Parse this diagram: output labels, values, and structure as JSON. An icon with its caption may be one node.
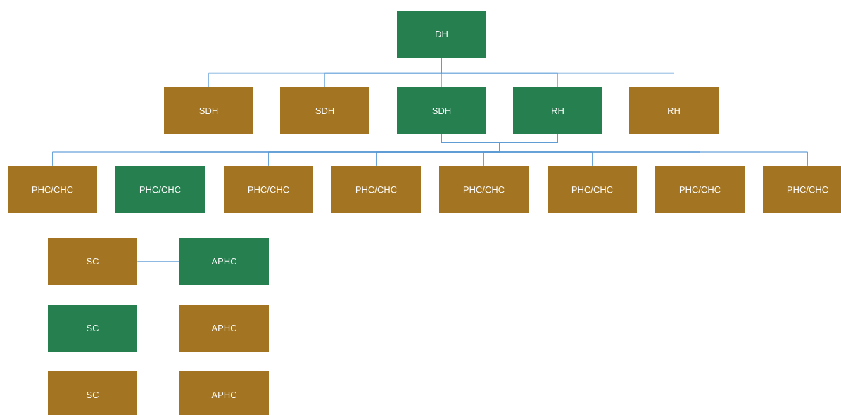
{
  "diagram": {
    "nodes": [
      {
        "text": [
          "DH"
        ]
      },
      {
        "text": [
          "SDH"
        ]
      },
      {
        "text": [
          "SDH"
        ]
      },
      {
        "text": [
          "SDH"
        ]
      },
      {
        "text": [
          "RH"
        ]
      },
      {
        "text": [
          "RH"
        ]
      },
      {
        "text": [
          "PHC/CHC"
        ]
      },
      {
        "text": [
          "PHC/CHC"
        ]
      },
      {
        "text": [
          "PHC/CHC"
        ]
      },
      {
        "text": [
          "PHC/CHC"
        ]
      },
      {
        "text": [
          "PHC/CHC"
        ]
      },
      {
        "text": [
          "PHC/CHC"
        ]
      },
      {
        "text": [
          "PHC/CHC"
        ]
      },
      {
        "text": [
          "PHC/CHC"
        ]
      },
      {
        "text": [
          "SC"
        ]
      },
      {
        "text": [
          "APHC"
        ]
      },
      {
        "text": [
          "SC"
        ]
      },
      {
        "text": [
          "APHC"
        ]
      },
      {
        "text": [
          "SC"
        ]
      },
      {
        "text": [
          "APHC"
        ]
      }
    ],
    "edges": [
      {
        "from": 0,
        "to": 1,
        "arrow": "none"
      },
      {
        "from": 0,
        "to": 2,
        "arrow": "none"
      },
      {
        "from": 0,
        "to": 3,
        "arrow": "none"
      },
      {
        "from": 0,
        "to": 4,
        "arrow": "none"
      },
      {
        "from": 0,
        "to": 5,
        "arrow": "none"
      },
      {
        "from": 3,
        "to": 6,
        "arrow": "none"
      },
      {
        "from": 3,
        "to": 7,
        "arrow": "none"
      },
      {
        "from": 3,
        "to": 8,
        "arrow": "none"
      },
      {
        "from": 3,
        "to": 9,
        "arrow": "none"
      },
      {
        "from": 3,
        "to": 10,
        "arrow": "none"
      },
      {
        "from": 3,
        "to": 11,
        "arrow": "none"
      },
      {
        "from": 3,
        "to": 12,
        "arrow": "none"
      },
      {
        "from": 3,
        "to": 13,
        "arrow": "none"
      },
      {
        "from": 4,
        "to": 6,
        "arrow": "none"
      },
      {
        "from": 4,
        "to": 7,
        "arrow": "none"
      },
      {
        "from": 4,
        "to": 8,
        "arrow": "none"
      },
      {
        "from": 4,
        "to": 9,
        "arrow": "none"
      },
      {
        "from": 4,
        "to": 10,
        "arrow": "none"
      },
      {
        "from": 4,
        "to": 11,
        "arrow": "none"
      },
      {
        "from": 4,
        "to": 12,
        "arrow": "none"
      },
      {
        "from": 4,
        "to": 13,
        "arrow": "none"
      },
      {
        "from": 7,
        "to": 14,
        "arrow": "none"
      },
      {
        "from": 7,
        "to": 15,
        "arrow": "none"
      },
      {
        "from": 7,
        "to": 16,
        "arrow": "none"
      },
      {
        "from": 7,
        "to": 17,
        "arrow": "none"
      },
      {
        "from": 7,
        "to": 18,
        "arrow": "none"
      },
      {
        "from": 7,
        "to": 19,
        "arrow": "none"
      }
    ]
  }
}
